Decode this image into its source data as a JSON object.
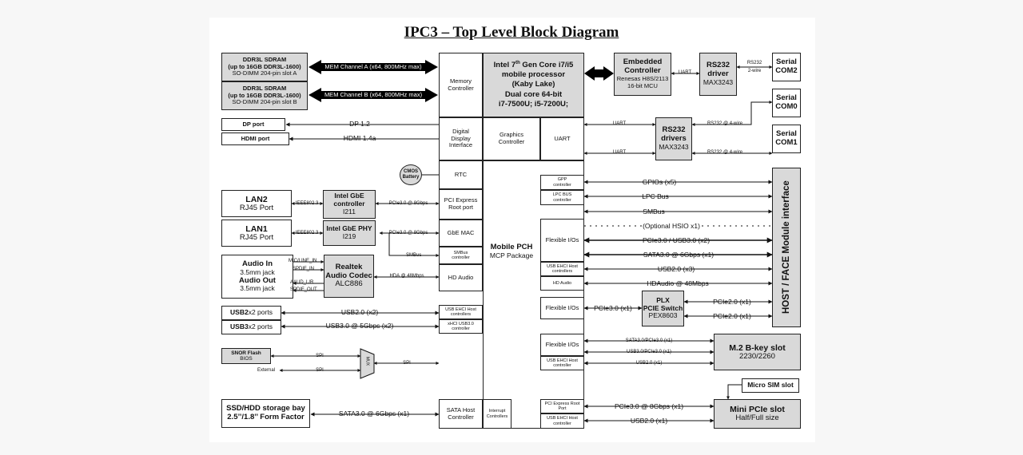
{
  "title": "IPC3 – Top Level Block Diagram",
  "memory": {
    "slot_a": {
      "line1": "DDR3L SDRAM",
      "line2": "(up to 16GB DDR3L-1600)",
      "line3": "SO-DIMM 204-pin slot A"
    },
    "slot_b": {
      "line1": "DDR3L SDRAM",
      "line2": "(up to 16GB DDR3L-1600)",
      "line3": "SO-DIMM 204-pin slot B"
    },
    "channel_a": "MEM Channel A (x64, 800MHz max)",
    "channel_b": "MEM Channel B (x64, 800MHz max)"
  },
  "display_ports": {
    "dp": "DP port",
    "hdmi": "HDMI port",
    "dp_link": "DP 1.2",
    "hdmi_link": "HDMI 1.4a"
  },
  "cmos": {
    "line1": "CMOS",
    "line2": "Battery"
  },
  "lan": {
    "lan2": {
      "title": "LAN2",
      "sub": "RJ45 Port",
      "link": "IEEE802.3"
    },
    "lan1": {
      "title": "LAN1",
      "sub": "RJ45 Port",
      "link": "IEEE802.3"
    },
    "gbe_ctrl": {
      "line1": "Intel GbE",
      "line2": "controller",
      "line3": "I211",
      "link": "PCIe3.0 @ 8Gbps"
    },
    "gbe_phy": {
      "line1": "Intel GbE PHY",
      "line2": "I219",
      "link": "PCIe3.0 @ 8Gbps"
    },
    "smbus": "SMBus"
  },
  "audio": {
    "in": {
      "title": "Audio In",
      "sub": "3.5mm jack"
    },
    "out": {
      "title": "Audio Out",
      "sub": "3.5mm jack"
    },
    "codec": {
      "line1": "Realtek",
      "line2": "Audio Codec",
      "line3": "ALC886"
    },
    "mic": "MIC/LINE_IN",
    "spdif_in": "SPDIF_IN",
    "aaud": "AAUD_L/R",
    "spdif_out": "SPDIF_OUT",
    "hda_link": "HDA @ 48Mbps"
  },
  "usb": {
    "usb2": {
      "bold": "USB2",
      "rest": " x2 ports",
      "link": "USB2.0 (x2)"
    },
    "usb3": {
      "bold": "USB3",
      "rest": " x2 ports",
      "link": "USB3.0 @ 5Gbps (x2)"
    }
  },
  "spi": {
    "snor": {
      "line1": "SNOR Flash",
      "line2": "BIOS"
    },
    "external": "External",
    "label": "SPI",
    "mux": "MUX"
  },
  "storage": {
    "line1": "SSD/HDD storage bay",
    "line2": "2.5’’/1.8’’ Form Factor",
    "link": "SATA3.0 @ 6Gbps (x1)"
  },
  "cpu": {
    "memory_controller": {
      "line1": "Memory",
      "line2": "Controller"
    },
    "name": {
      "line1": "Intel 7",
      "sup": "th",
      "line1b": " Gen Core i7/i5",
      "line2": "mobile processor",
      "line3": "(Kaby Lake)",
      "line4": "Dual core 64-bit",
      "line5": "i7-7500U; i5-7200U;"
    },
    "ddi": {
      "line1": "Digital",
      "line2": "Display",
      "line3": "Interface"
    },
    "graphics": {
      "line1": "Graphics",
      "line2": "Controller"
    },
    "uart": "UART"
  },
  "pch": {
    "rtc": "RTC",
    "pcie_root": {
      "line1": "PCI Express",
      "line2": "Root port"
    },
    "gbe_mac": "GbE MAC",
    "smbus_ctrl": {
      "line1": "SMBus",
      "line2": "controller"
    },
    "hd_audio": "HD Audio",
    "usb_ehci": {
      "line1": "USB EHCI Host",
      "line2": "controllers"
    },
    "xhci": {
      "line1": "xHCI USB3.0",
      "line2": "controller"
    },
    "sata_host": {
      "line1": "SATA Host",
      "line2": "Controller"
    },
    "interrupt": {
      "line1": "Interrupt",
      "line2": "Controllers"
    },
    "name": {
      "line1": "Mobile PCH",
      "line2": "MCP Package"
    },
    "gpp": {
      "line1": "GPP",
      "line2": "controller"
    },
    "lpc": {
      "line1": "LPC BUS",
      "line2": "controller"
    },
    "flexible": "Flexible I/Os",
    "usb_ehci_r": {
      "line1": "USB EHCI Host",
      "line2": "controllers"
    },
    "hd_audio_r": "HD Audio",
    "usb_ehci_r2": {
      "line1": "USB EHCI Host",
      "line2": "controller"
    },
    "pcie_root_r": {
      "line1": "PCI Express Root",
      "line2": "Port"
    },
    "usb_ehci_r3": {
      "line1": "USB EHCI Host",
      "line2": "controller"
    }
  },
  "ec": {
    "line1": "Embedded",
    "line2": "Controller",
    "line3": "Renesas H8S/2113",
    "line4": "16-bit MCU",
    "uart": "UART"
  },
  "serial": {
    "drv1": {
      "line1": "RS232",
      "line2": "driver",
      "line3": "MAX3243"
    },
    "com2": {
      "line1": "Serial",
      "line2": "COM2"
    },
    "com2_link1": "RS232",
    "com2_link2": "2-wire",
    "com0": {
      "line1": "Serial",
      "line2": "COM0"
    },
    "com1": {
      "line1": "Serial",
      "line2": "COM1"
    },
    "drv2": {
      "line1": "RS232",
      "line2": "drivers",
      "line3": "MAX3243"
    },
    "uart_top": "UART",
    "uart_bot": "UART",
    "rs232_top": "RS232 @ 4-wire",
    "rs232_bot": "RS232 @ 4-wire"
  },
  "host_links": {
    "gpio": "GPIOs (x5)",
    "lpc": "LPC Bus",
    "smbus": "SMBus",
    "hsio": "(Optional HSIO x1)",
    "pcie_usb3": "PCIe3.0 / USB3.0 (x2)",
    "sata": "SATA3.0 @ 6Gbps (x1)",
    "usb2": "USB2.0 (x3)",
    "hda": "HDAudio @ 48Mbps"
  },
  "host": "HOST / FACE Module interface",
  "plx": {
    "line1": "PLX",
    "line2": "PCIE Switch",
    "line3": "PEX8603",
    "in_link": "PCIe3.0 (x1)",
    "out1": "PCIe2.0 (x1)",
    "out2": "PCIe2.0 (x1)"
  },
  "m2": {
    "line1": "M.2 B-key slot",
    "line2": "2230/2260",
    "link1": "SATA3.0/PCIe3.0 (x1)",
    "link2": "USB3.0/PCIe3.0 (x1)",
    "link3": "USB2.0 (x1)"
  },
  "sim": "Micro SIM slot",
  "minipcie": {
    "line1": "Mini PCIe slot",
    "line2": "Half/Full size",
    "link1": "PCIe3.0 @ 8Gbps (x1)",
    "link2": "USB2.0 (x1)"
  }
}
